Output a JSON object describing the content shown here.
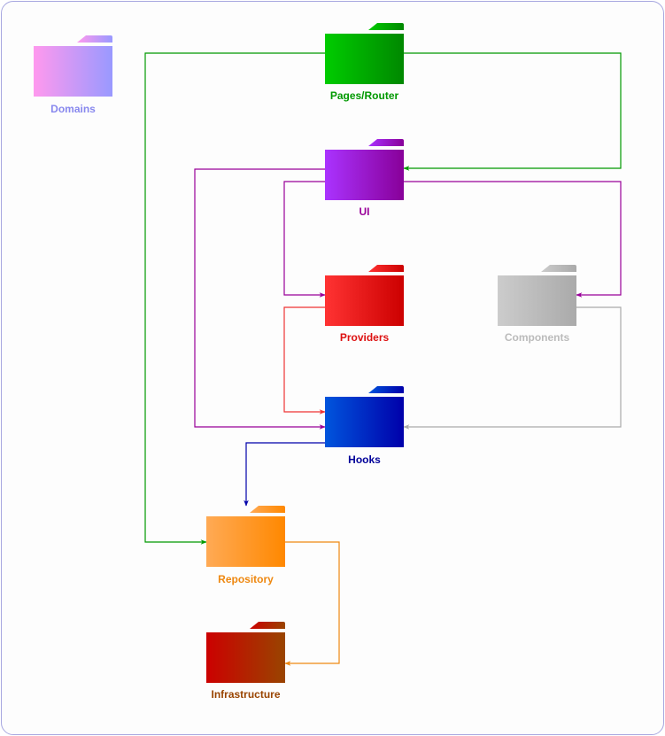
{
  "diagram": {
    "folders": [
      {
        "id": "domains",
        "label": "Domains",
        "color_a": "#ff99ee",
        "color_b": "#9999ff",
        "text_color": "#8888ee",
        "text_weight": "normal"
      },
      {
        "id": "pages",
        "label": "Pages/Router",
        "color_a": "#00cc00",
        "color_b": "#008800",
        "text_color": "#009900",
        "text_weight": "bold"
      },
      {
        "id": "ui",
        "label": "UI",
        "color_a": "#aa33ff",
        "color_b": "#880099",
        "text_color": "#990099",
        "text_weight": "bold"
      },
      {
        "id": "providers",
        "label": "Providers",
        "color_a": "#ff3333",
        "color_b": "#cc0000",
        "text_color": "#dd1111",
        "text_weight": "bold"
      },
      {
        "id": "components",
        "label": "Components",
        "color_a": "#cccccc",
        "color_b": "#aaaaaa",
        "text_color": "#bbbbbb",
        "text_weight": "bold"
      },
      {
        "id": "hooks",
        "label": "Hooks",
        "color_a": "#0055dd",
        "color_b": "#0000aa",
        "text_color": "#000099",
        "text_weight": "bold"
      },
      {
        "id": "repository",
        "label": "Repository",
        "color_a": "#ffaa55",
        "color_b": "#ff8800",
        "text_color": "#ee8811",
        "text_weight": "bold"
      },
      {
        "id": "infrastructure",
        "label": "Infrastructure",
        "color_a": "#cc0000",
        "color_b": "#994400",
        "text_color": "#994400",
        "text_weight": "bold"
      }
    ],
    "connectors": [
      {
        "from": "pages",
        "to": "ui",
        "color": "#009900"
      },
      {
        "from": "pages",
        "to": "repository",
        "color": "#009900"
      },
      {
        "from": "ui",
        "to": "providers",
        "color": "#990099"
      },
      {
        "from": "ui",
        "to": "components",
        "color": "#990099"
      },
      {
        "from": "ui",
        "to": "hooks",
        "color": "#990099"
      },
      {
        "from": "providers",
        "to": "hooks",
        "color": "#ee3333"
      },
      {
        "from": "components",
        "to": "hooks",
        "color": "#aaaaaa"
      },
      {
        "from": "hooks",
        "to": "repository",
        "color": "#0000aa"
      },
      {
        "from": "repository",
        "to": "infrastructure",
        "color": "#ee8811"
      }
    ]
  }
}
